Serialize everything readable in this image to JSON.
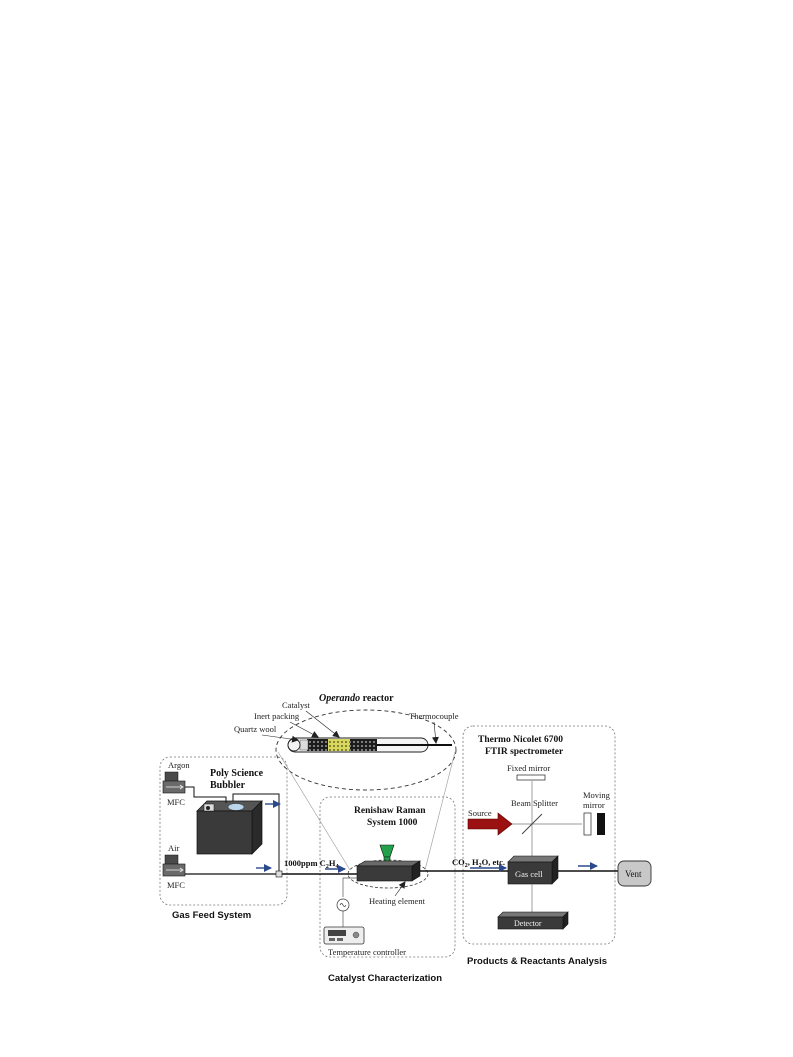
{
  "reactor": {
    "title_italic": "Operando",
    "title_rest": " reactor",
    "catalyst": "Catalyst",
    "inert_packing": "Inert packing",
    "quartz_wool": "Quartz wool",
    "thermocouple": "Thermocouple"
  },
  "gas_feed": {
    "title": "Gas Feed System",
    "argon": "Argon",
    "air": "Air",
    "mfc_top": "MFC",
    "mfc_bottom": "MFC",
    "bubbler_line1": "Poly Science",
    "bubbler_line2": "Bubbler",
    "feed_label": "1000ppm  C",
    "feed_sub": "2",
    "feed_h": "H",
    "feed_sub2": "4"
  },
  "raman": {
    "title_line1": "Renishaw Raman",
    "title_line2": "System 1000",
    "heating_element": "Heating element",
    "temperature_controller": "Temperature controller",
    "section_title": "Catalyst Characterization"
  },
  "ftir": {
    "title_line1": "Thermo Nicolet 6700",
    "title_line2": "FTIR spectrometer",
    "fixed_mirror": "Fixed mirror",
    "beam_splitter": "Beam  Splitter",
    "moving_mirror_line1": "Moving",
    "moving_mirror_line2": "mirror",
    "source": "Source",
    "gas_cell": "Gas cell",
    "detector": "Detector",
    "products_co": "CO",
    "products_sub1": "2",
    "products_h2o": ", H",
    "products_sub2": "2",
    "products_rest": "O, etc.",
    "section_title": "Products & Reactants Analysis"
  },
  "vent": "Vent",
  "colors": {
    "line": "#111111",
    "arrow_blue": "#2b4a8c",
    "source_red": "#9b1010",
    "raman_green": "#22a04a",
    "catalyst_yellow": "#d8d860",
    "box_dark": "#3a3a3a",
    "vent_fill": "#c8c8c8"
  }
}
